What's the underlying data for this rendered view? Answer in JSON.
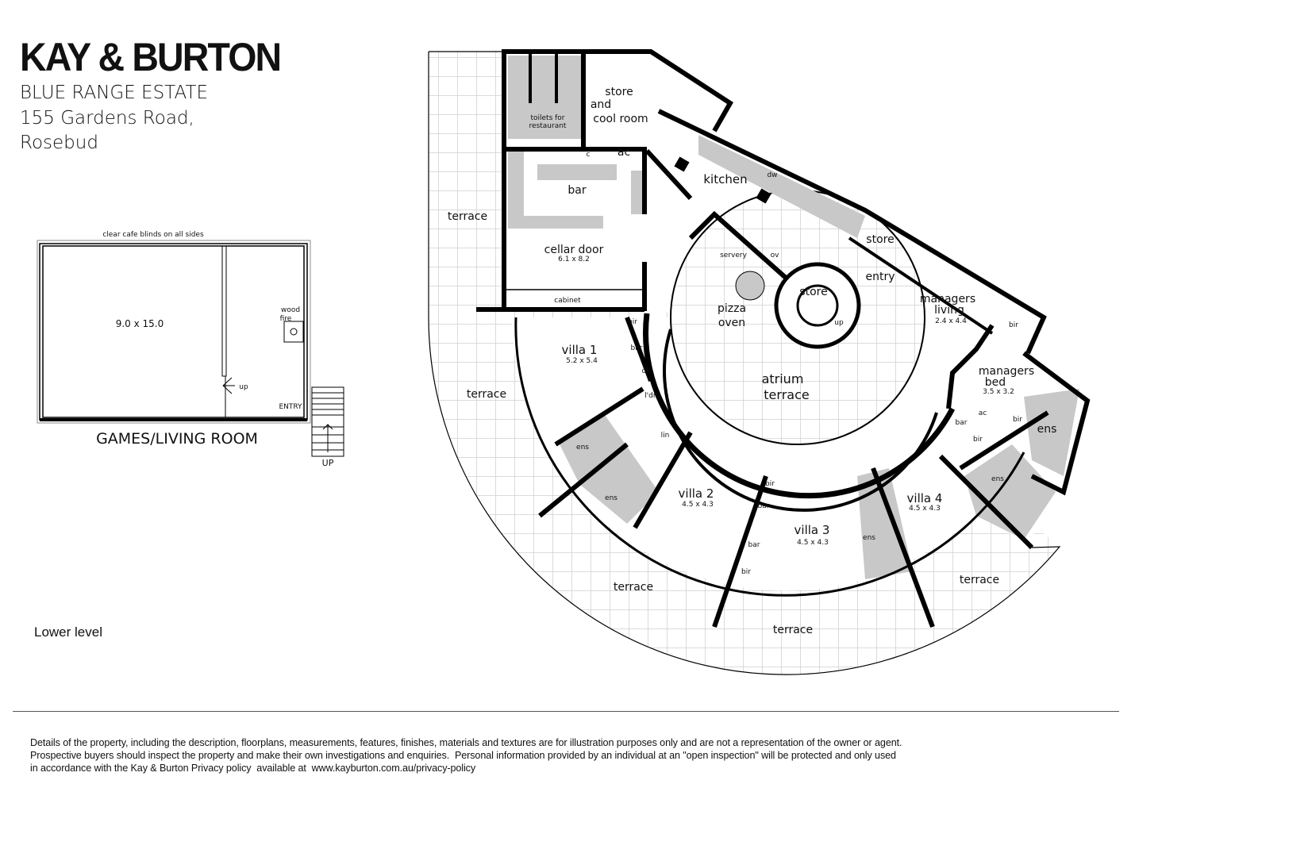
{
  "header": {
    "logo": "KAY & BURTON",
    "estate": "BLUE RANGE ESTATE",
    "street": "155 Gardens Road,",
    "suburb": "Rosebud"
  },
  "games_room": {
    "note": "clear cafe blinds on all sides",
    "size": "9.0 x 15.0",
    "wood": "wood",
    "fire": "fire",
    "up": "up",
    "entry": "ENTRY",
    "title": "GAMES/LIVING ROOM",
    "stairs_up": "UP"
  },
  "level_label": "Lower level",
  "plan": {
    "labels": [
      "toilets for",
      "restaurant",
      "store",
      "and",
      "cool room",
      "ac",
      "c",
      "bar",
      "kitchen",
      "dw",
      "terrace",
      "cellar door",
      "6.1 x 8.2",
      "cabinet",
      "servery",
      "ov",
      "store",
      "entry",
      "store",
      "pizza",
      "oven",
      "up",
      "managers",
      "living",
      "2.4 x 4.4",
      "bir",
      "managers",
      "bed",
      "3.5 x 3.2",
      "villa 1",
      "5.2 x 5.4",
      "bir",
      "bar",
      "dk",
      "l'dry",
      "terrace",
      "atrium",
      "terrace",
      "ac",
      "bar",
      "bir",
      "ens",
      "bir",
      "ens",
      "lin",
      "ens",
      "ens",
      "villa 2",
      "4.5 x 4.3",
      "bir",
      "bar",
      "villa 3",
      "4.5 x 4.3",
      "villa 4",
      "4.5 x 4.3",
      "bar",
      "bir",
      "ens",
      "terrace",
      "terrace",
      "terrace"
    ],
    "colors": {
      "wall": "#000000",
      "wet_area": "#c8c8c8",
      "paving_grid": "#cfcfcf"
    }
  },
  "disclaimer": [
    "Details of the property, including the description, floorplans, measurements, features, finishes, materials and textures are for illustration purposes only and are not a representation of the owner or agent.",
    "Prospective buyers should inspect the property and make their own investigations and enquiries.  Personal information provided by an individual at an \"open inspection\" will be protected and only used",
    "in accordance with the Kay & Burton Privacy policy  available at  www.kayburton.com.au/privacy-policy"
  ]
}
